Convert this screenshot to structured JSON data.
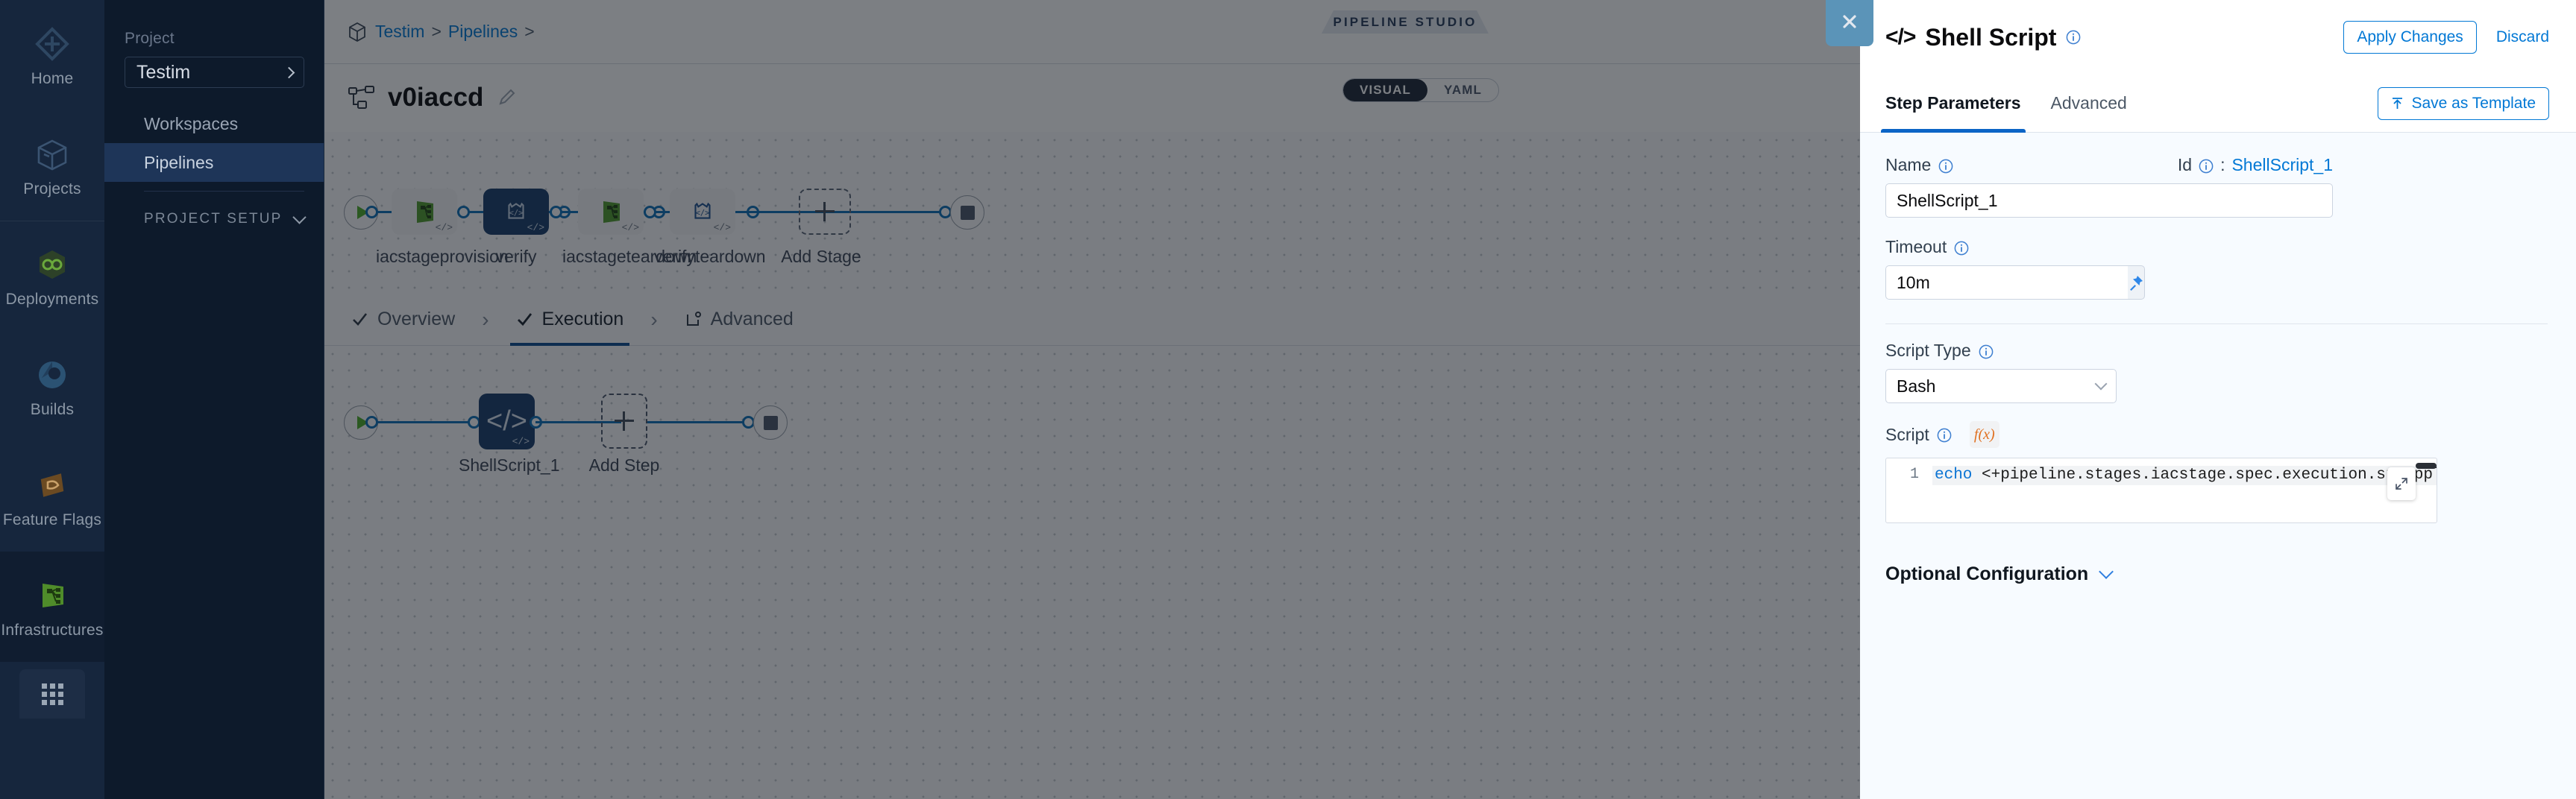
{
  "rail": {
    "items": [
      {
        "label": "Home",
        "icon": "home-diamond-icon"
      },
      {
        "label": "Projects",
        "icon": "cube-icon"
      },
      {
        "label": "Deployments",
        "icon": "infinity-hex-icon"
      },
      {
        "label": "Builds",
        "icon": "gear-circle-icon"
      },
      {
        "label": "Feature Flags",
        "icon": "flag-icon"
      },
      {
        "label": "Infrastructures",
        "icon": "nodes-icon"
      }
    ],
    "bottom_icon": "grid-apps-icon"
  },
  "projnav": {
    "section_label": "Project",
    "project_name": "Testim",
    "chevron_icon": "chevron-right-icon",
    "items": [
      {
        "label": "Workspaces",
        "active": false
      },
      {
        "label": "Pipelines",
        "active": true
      }
    ],
    "setup_label": "PROJECT SETUP",
    "setup_chevron_icon": "chevron-down-icon"
  },
  "main": {
    "breadcrumb": {
      "project_icon": "cube-icon",
      "items": [
        "Testim",
        "Pipelines"
      ],
      "separator": ">"
    },
    "pipeline": {
      "icon": "pipeline-nodes-icon",
      "title": "v0iaccd",
      "edit_icon": "pencil-icon"
    },
    "studio_badge": "PIPELINE STUDIO",
    "view_toggle": {
      "options": [
        "VISUAL",
        "YAML"
      ],
      "selected": "VISUAL"
    },
    "stage_row": {
      "start_icon": "play-icon",
      "end_icon": "stop-icon",
      "stages": [
        {
          "name": "iacstageprovision",
          "icon": "infrastructure-icon",
          "badge": "</>",
          "selected": false
        },
        {
          "name": "verify",
          "icon": "verify-shield-icon",
          "badge": "</>",
          "selected": true
        },
        {
          "name": "iacstageteardown",
          "icon": "infrastructure-icon",
          "badge": "</>",
          "selected": false
        },
        {
          "name": "verifyteardown",
          "icon": "verify-shield-icon",
          "badge": "</>",
          "selected": false
        }
      ],
      "add_stage_label": "Add Stage",
      "add_stage_icon": "plus-icon"
    },
    "step_tabs": [
      {
        "label": "Overview",
        "icon": "check-icon",
        "active": false
      },
      {
        "label": "Execution",
        "icon": "check-icon",
        "active": true
      },
      {
        "label": "Advanced",
        "icon": "advanced-gear-icon",
        "active": false
      }
    ],
    "step_row": {
      "start_icon": "play-icon",
      "end_icon": "stop-icon",
      "steps": [
        {
          "name": "ShellScript_1",
          "icon": "code-icon",
          "badge": "</>",
          "selected": true
        }
      ],
      "add_step_label": "Add Step",
      "add_step_icon": "plus-icon"
    }
  },
  "drawer": {
    "close_icon": "close-icon",
    "header": {
      "icon": "code-icon",
      "code_glyph": "</>",
      "title": "Shell Script",
      "info_icon": "info-icon",
      "apply_label": "Apply Changes",
      "discard_label": "Discard"
    },
    "tabs": [
      {
        "label": "Step Parameters",
        "active": true
      },
      {
        "label": "Advanced",
        "active": false
      }
    ],
    "save_template": {
      "label": "Save as Template",
      "icon": "upload-icon"
    },
    "fields": {
      "name_label": "Name",
      "name_value": "ShellScript_1",
      "id_label": "Id",
      "id_separator": ":",
      "id_value": "ShellScript_1",
      "timeout_label": "Timeout",
      "timeout_value": "10m",
      "pin_icon": "pin-icon",
      "script_type_label": "Script Type",
      "script_type_value": "Bash",
      "script_type_chevron": "chevron-down-icon",
      "script_label": "Script",
      "fx_label": "f(x)",
      "line_number": "1",
      "code_keyword": "echo",
      "code_rest": " <+pipeline.stages.iacstage.spec.execution.step",
      "code_tail": "ppl",
      "expand_icon": "expand-icon",
      "optional_config_label": "Optional Configuration",
      "optional_config_chevron": "chevron-down-icon"
    }
  },
  "colors": {
    "accent_blue": "#0278d5",
    "node_selected": "#173a68",
    "edge": "#0b6eb5",
    "rail_bg": "#16263d",
    "drawer_bg": "#f7fbff"
  }
}
